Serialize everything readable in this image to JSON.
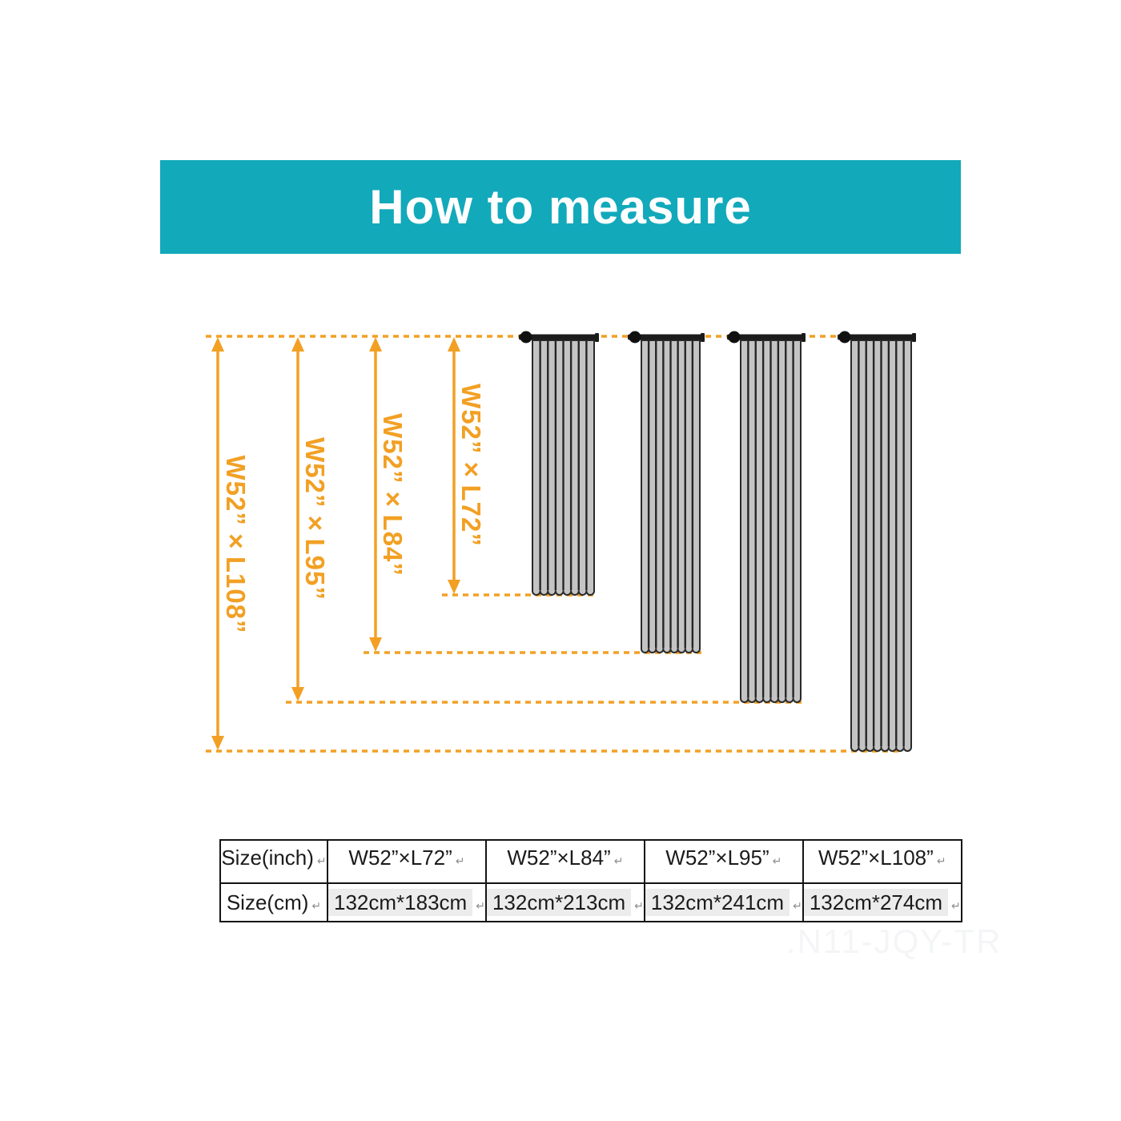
{
  "header": {
    "title": "How to measure"
  },
  "diagram": {
    "measurements": [
      {
        "label": "W52”×L108”"
      },
      {
        "label": "W52”×L95”"
      },
      {
        "label": "W52”×L84”"
      },
      {
        "label": "W52”×L72”"
      }
    ]
  },
  "size_table": {
    "row_inch": {
      "header": "Size(inch)",
      "values": [
        "W52”×L72”",
        "W52”×L84”",
        "W52”×L95”",
        "W52”×L108”"
      ]
    },
    "row_cm": {
      "header": "Size(cm)",
      "values": [
        "132cm*183cm",
        "132cm*213cm",
        "132cm*241cm",
        "132cm*274cm"
      ]
    },
    "return_mark": "↵"
  },
  "watermark": ".N11-JQY-TR",
  "colors": {
    "banner_teal": "#12A9BB",
    "accent_orange": "#F2A024",
    "curtain_gray": "#C4C4C4"
  }
}
